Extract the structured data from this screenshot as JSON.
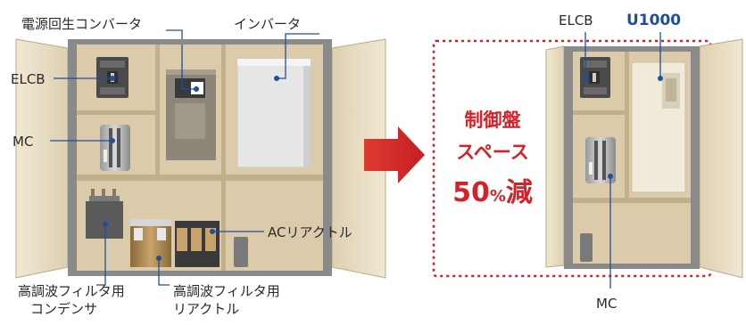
{
  "before": {
    "labels": {
      "power_regen_converter": "電源回生コンバータ",
      "inverter": "インバータ",
      "elcb": "ELCB",
      "mc": "MC",
      "ac_reactor": "ACリアクトル",
      "hf_filter_capacitor_line1": "高調波フィルタ用",
      "hf_filter_capacitor_line2": "コンデンサ",
      "hf_filter_reactor_line1": "高調波フィルタ用",
      "hf_filter_reactor_line2": "リアクトル"
    }
  },
  "after": {
    "labels": {
      "elcb": "ELCB",
      "product": "U1000",
      "mc": "MC"
    }
  },
  "callout": {
    "line1": "制御盤",
    "line2": "スペース",
    "percent_number": "50",
    "percent_sign": "%",
    "percent_word": "減"
  },
  "colors": {
    "accent_red": "#d2232a",
    "leader_blue": "#1f4e9c",
    "cabinet_door": "#e8dcc0",
    "cabinet_interior": "#d9c9a8"
  }
}
